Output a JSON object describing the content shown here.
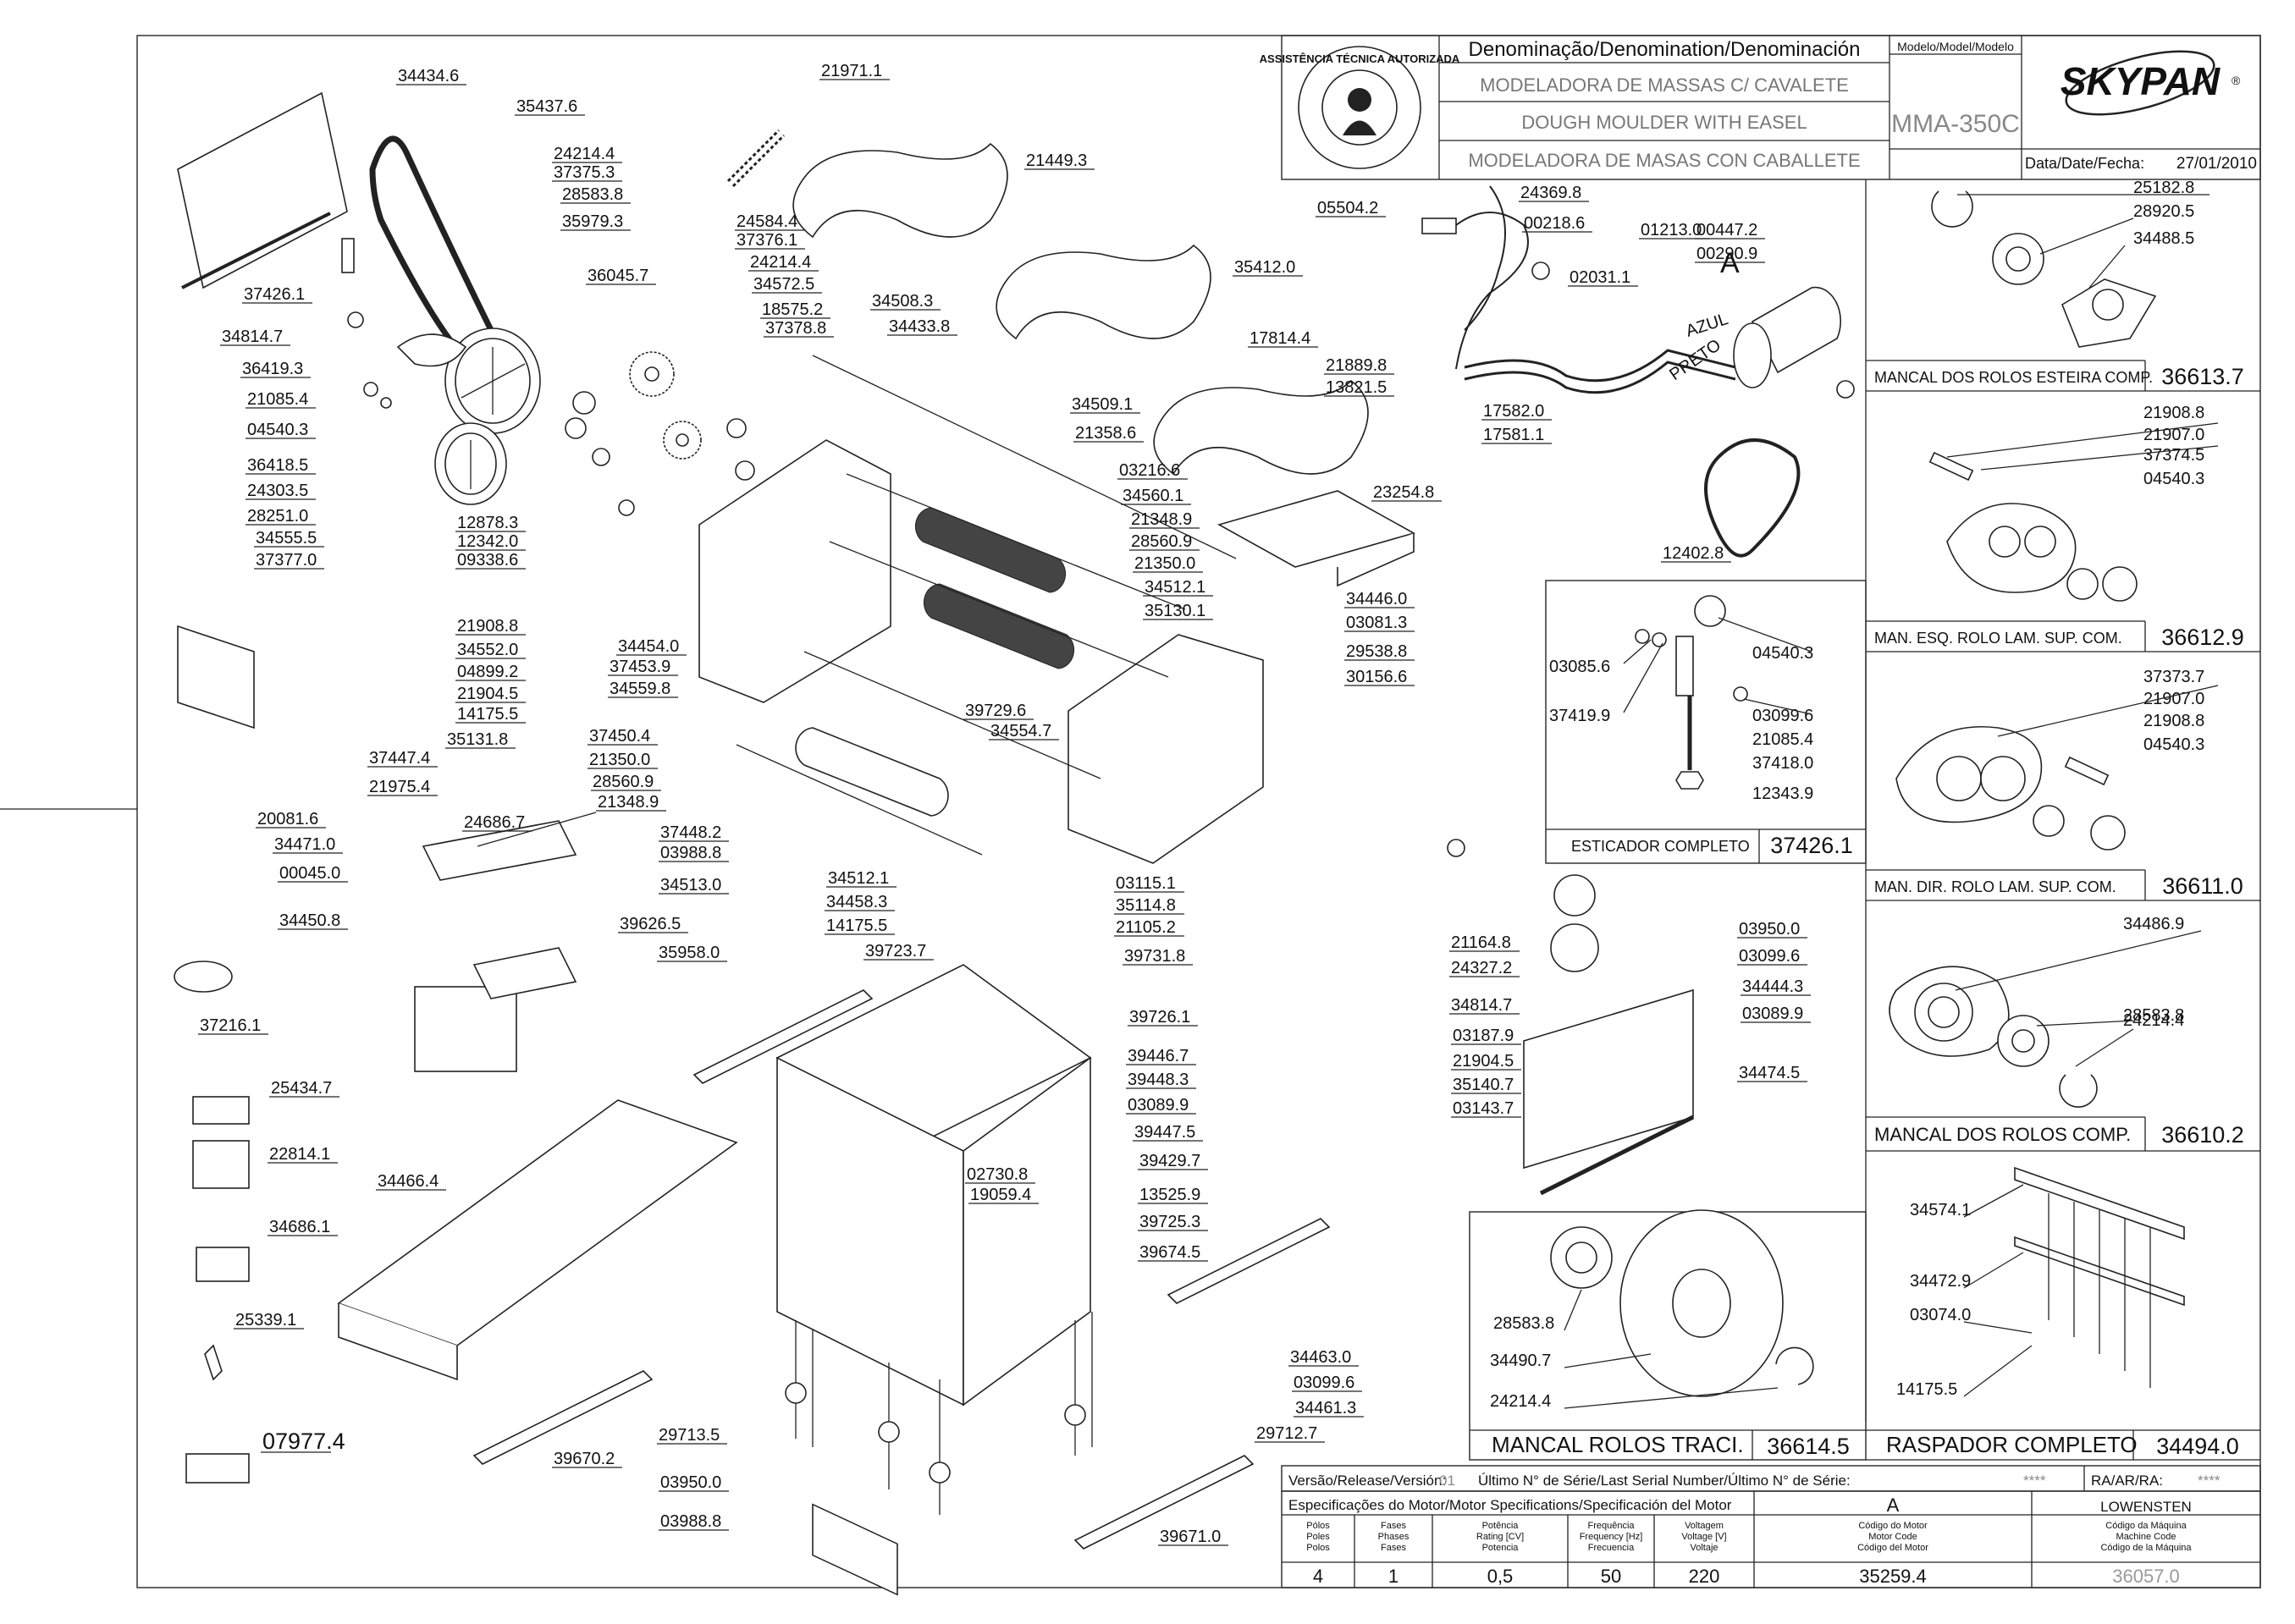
{
  "title_block": {
    "denomination_header": "Denominação/Denomination/Denominación",
    "model_header": "Modelo/Model/Modelo",
    "name_pt": "MODELADORA DE MASSAS C/ CAVALETE",
    "name_en": "DOUGH MOULDER WITH EASEL",
    "name_es": "MODELADORA DE MASAS CON CABALLETE",
    "model": "MMA-350C",
    "brand": "SKYPAN",
    "date_label": "Data/Date/Fecha:",
    "date": "27/01/2010",
    "seal_text": "ASSISTÊNCIA TÉCNICA AUTORIZADA"
  },
  "revision": {
    "label": "Versão/Release/Versión:",
    "value": "01",
    "serial_label": "Último N° de Série/Last Serial Number/Último N° de Série:",
    "serial_value": "****",
    "ra_label": "RA/AR/RA:",
    "ra_value": "****"
  },
  "motor_specs": {
    "title": "Especificações do Motor/Motor Specifications/Specificación del Motor",
    "col_a": "A",
    "maker": "LOWENSTEN",
    "columns": [
      {
        "h1": "Pólos",
        "h2": "Poles",
        "h3": "Polos",
        "value": "4"
      },
      {
        "h1": "Fases",
        "h2": "Phases",
        "h3": "Fases",
        "value": "1"
      },
      {
        "h1": "Potência",
        "h2": "Rating [CV]",
        "h3": "Potencia",
        "value": "0,5"
      },
      {
        "h1": "Frequência",
        "h2": "Frequency [Hz]",
        "h3": "Frecuencia",
        "value": "50"
      },
      {
        "h1": "Voltagem",
        "h2": "Voltage [V]",
        "h3": "Voltaje",
        "value": "220"
      },
      {
        "h1": "Código do Motor",
        "h2": "Motor Code",
        "h3": "Código del Motor",
        "value": "35259.4"
      },
      {
        "h1": "Código da Máquina",
        "h2": "Machine Code",
        "h3": "Código de la Máquina",
        "value": "36057.0"
      }
    ]
  },
  "assemblies": [
    {
      "name": "MANCAL DOS ROLOS ESTEIRA COMP.",
      "code": "36613.7",
      "parts": [
        "25182.8",
        "28920.5",
        "34488.5"
      ]
    },
    {
      "name": "MAN. ESQ. ROLO LAM. SUP. COM.",
      "code": "36612.9",
      "parts": [
        "21908.8",
        "21907.0",
        "37374.5",
        "04540.3"
      ]
    },
    {
      "name": "MAN. DIR. ROLO LAM. SUP. COM.",
      "code": "36611.0",
      "parts": [
        "37373.7",
        "21907.0",
        "21908.8",
        "04540.3"
      ]
    },
    {
      "name": "MANCAL DOS ROLOS COMP.",
      "code": "36610.2",
      "parts": [
        "34486.9",
        "28583.8",
        "24214.4"
      ]
    },
    {
      "name": "ESTICADOR COMPLETO",
      "code": "37426.1",
      "parts": [
        "04540.3",
        "03085.6",
        "37419.9",
        "03099.6",
        "21085.4",
        "37418.0",
        "12343.9"
      ]
    },
    {
      "name": "MANCAL ROLOS TRACI.",
      "code": "36614.5",
      "parts": [
        "28583.8",
        "34490.7",
        "24214.4"
      ]
    },
    {
      "name": "RASPADOR COMPLETO",
      "code": "34494.0",
      "parts": [
        "34574.1",
        "34472.9",
        "03074.0",
        "14175.5"
      ]
    }
  ],
  "wire_labels": {
    "azul": "AZUL",
    "preto": "PRETO",
    "motor_ref": "A"
  },
  "part_labels": [
    "34434.6",
    "35437.6",
    "24214.4",
    "37375.3",
    "28583.8",
    "35979.3",
    "37426.1",
    "34814.7",
    "36419.3",
    "21085.4",
    "04540.3",
    "36418.5",
    "24303.5",
    "28251.0",
    "34555.5",
    "37377.0",
    "36045.7",
    "12878.3",
    "12342.0",
    "09338.6",
    "21971.1",
    "21449.3",
    "24584.4",
    "37376.1",
    "24214.4",
    "34572.5",
    "18575.2",
    "37378.8",
    "34508.3",
    "34433.8",
    "35412.0",
    "05504.2",
    "24369.8",
    "00218.6",
    "01213.0",
    "00447.2",
    "00290.9",
    "02031.1",
    "17814.4",
    "21889.8",
    "13821.5",
    "17582.0",
    "17581.1",
    "12402.8",
    "34509.1",
    "21358.6",
    "03216.6",
    "34560.1",
    "23254.8",
    "21348.9",
    "28560.9",
    "21350.0",
    "34512.1",
    "35130.1",
    "34446.0",
    "03081.3",
    "29538.8",
    "30156.6",
    "21908.8",
    "34552.0",
    "04899.2",
    "21904.5",
    "14175.5",
    "35131.8",
    "34454.0",
    "37453.9",
    "34559.8",
    "39729.6",
    "34554.7",
    "37450.4",
    "21350.0",
    "28560.9",
    "21348.9",
    "37447.4",
    "21975.4",
    "37448.2",
    "03988.8",
    "24686.7",
    "20081.6",
    "34471.0",
    "00045.0",
    "34450.8",
    "35958.0",
    "39626.5",
    "34513.0",
    "34512.1",
    "34458.3",
    "14175.5",
    "39723.7",
    "03115.1",
    "35114.8",
    "21105.2",
    "39731.8",
    "21164.8",
    "24327.2",
    "34814.7",
    "03950.0",
    "03099.6",
    "34444.3",
    "03089.9",
    "39726.1",
    "39446.7",
    "39448.3",
    "03089.9",
    "39447.5",
    "39429.7",
    "13525.9",
    "39725.3",
    "39674.5",
    "03187.9",
    "21904.5",
    "35140.7",
    "03143.7",
    "34474.5",
    "37216.1",
    "25434.7",
    "22814.1",
    "34466.4",
    "34686.1",
    "25339.1",
    "07977.4",
    "39670.2",
    "29713.5",
    "03950.0",
    "03988.8",
    "02730.8",
    "19059.4",
    "34463.0",
    "03099.6",
    "34461.3",
    "29712.7",
    "39671.0"
  ]
}
